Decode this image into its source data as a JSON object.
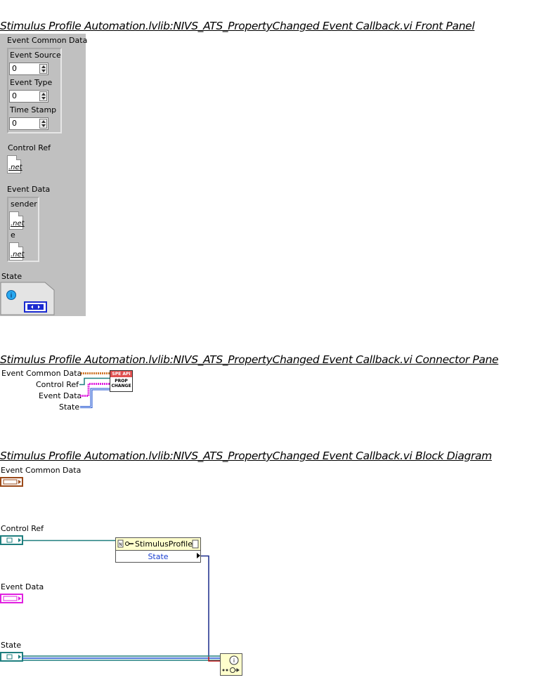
{
  "front_panel": {
    "title": "Stimulus Profile Automation.lvlib:NIVS_ATS_PropertyChanged Event Callback.vi Front Panel",
    "event_common_data": {
      "label": "Event Common Data",
      "event_source": {
        "label": "Event Source",
        "value": "0"
      },
      "event_type": {
        "label": "Event Type",
        "value": "0"
      },
      "time_stamp": {
        "label": "Time Stamp",
        "value": "0"
      }
    },
    "control_ref": {
      "label": "Control Ref",
      "icon_text": ".net"
    },
    "event_data": {
      "label": "Event Data",
      "sender": {
        "label": "sender",
        "icon_text": ".net"
      },
      "e": {
        "label": "e",
        "icon_text": ".net"
      }
    },
    "state": {
      "label": "State"
    }
  },
  "connector_pane": {
    "title": "Stimulus Profile Automation.lvlib:NIVS_ATS_PropertyChanged Event Callback.vi Connector Pane",
    "terminals": [
      "Event Common Data",
      "Control Ref",
      "Event Data",
      "State"
    ],
    "icon_top_text": "SPE API",
    "icon_bottom_text": "PROP CHANGE"
  },
  "block_diagram": {
    "title": "Stimulus Profile Automation.lvlib:NIVS_ATS_PropertyChanged Event Callback.vi Block Diagram",
    "terminals": {
      "event_common_data": "Event Common Data",
      "control_ref": "Control Ref",
      "event_data": "Event Data",
      "state": "State"
    },
    "property_node": {
      "class_name": "StimulusProfile",
      "property": "State"
    }
  },
  "colors": {
    "front_panel_bg": "#c0c0c0",
    "refnum_wire": "#1f7f7f",
    "cluster_wire_brown": "#9b4a1a",
    "cluster_wire_pink": "#e020e0",
    "state_wire": "#1a4fd0",
    "connector_orange": "#d07a30"
  }
}
